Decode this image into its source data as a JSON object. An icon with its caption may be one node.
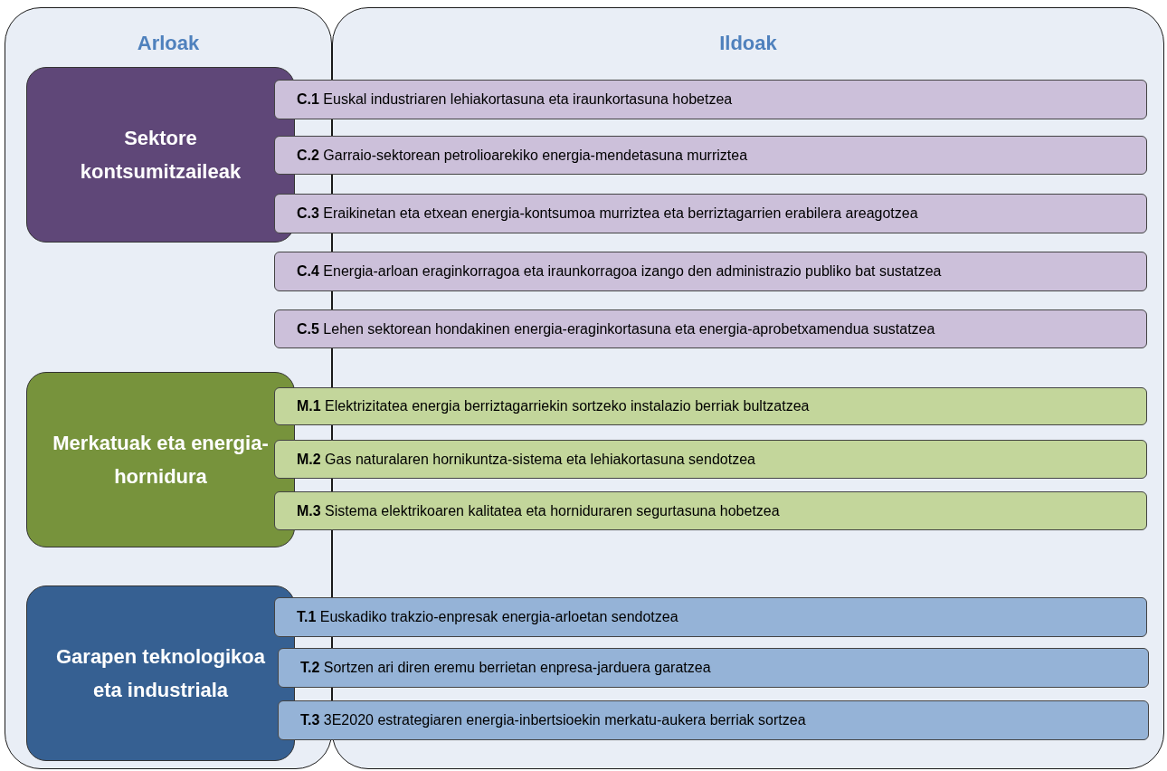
{
  "diagram": {
    "nodes": [
      {
        "text": [
          "Arloak"
        ]
      },
      {
        "text": [
          "Ildoak"
        ]
      },
      {
        "text": [
          "Sektore kontsumitzaileak"
        ],
        "in": 0
      },
      {
        "text": [
          "Merkatuak eta energia-hornidura"
        ],
        "in": 0
      },
      {
        "text": [
          "Garapen teknologikoa eta industriala"
        ],
        "in": 0
      },
      {
        "text": [
          "**C.1** Euskal industriaren lehiakortasuna eta iraunkortasuna hobetzea"
        ]
      },
      {
        "text": [
          "**C.2** Garraio-sektorean petrolioarekiko energia-mendetasuna murriztea"
        ]
      },
      {
        "text": [
          "**C.3** Eraikinetan eta etxean energia-kontsumoa murriztea eta berriztagarrien erabilera areagotzea"
        ]
      },
      {
        "text": [
          "**C.4** Energia-arloan eraginkorragoa eta iraunkorragoa izango den administrazio publiko bat sustatzea"
        ]
      },
      {
        "text": [
          "**C.5** Lehen sektorean hondakinen energia-eraginkortasuna eta energia-aprobetxamendua sustatzea"
        ]
      },
      {
        "text": [
          "**M.1** Elektrizitatea energia berriztagarriekin sortzeko instalazio berriak bultzatzea"
        ]
      },
      {
        "text": [
          "**M.2** Gas naturalaren hornikuntza-sistema eta lehiakortasuna sendotzea"
        ]
      },
      {
        "text": [
          "**M.3** Sistema elektrikoaren kalitatea eta horniduraren segurtasuna hobetzea"
        ]
      },
      {
        "text": [
          "**T.1** Euskadiko trakzio-enpresak energia-arloetan sendotzea"
        ]
      },
      {
        "text": [
          "**T.2** Sortzen ari diren eremu berrietan enpresa-jarduera garatzea"
        ]
      },
      {
        "text": [
          "**T.3** 3E2020 estrategiaren energia-inbertsioekin merkatu-aukera berriak sortzea"
        ]
      }
    ]
  }
}
